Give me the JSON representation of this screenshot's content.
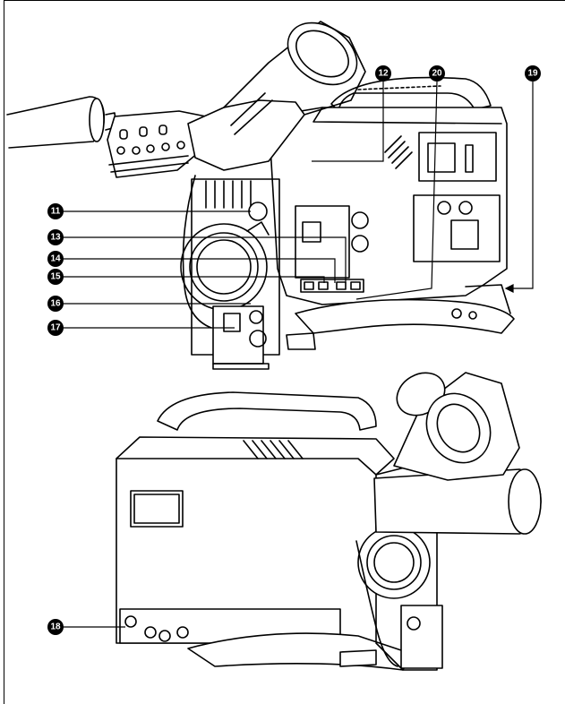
{
  "figure": {
    "callouts": {
      "c11": "11",
      "c12": "12",
      "c13": "13",
      "c14": "14",
      "c15": "15",
      "c16": "16",
      "c17": "17",
      "c18": "18",
      "c19": "19",
      "c20": "20"
    },
    "colors": {
      "ink": "#000000",
      "paper": "#ffffff",
      "shade": "#d9d9d9"
    }
  }
}
